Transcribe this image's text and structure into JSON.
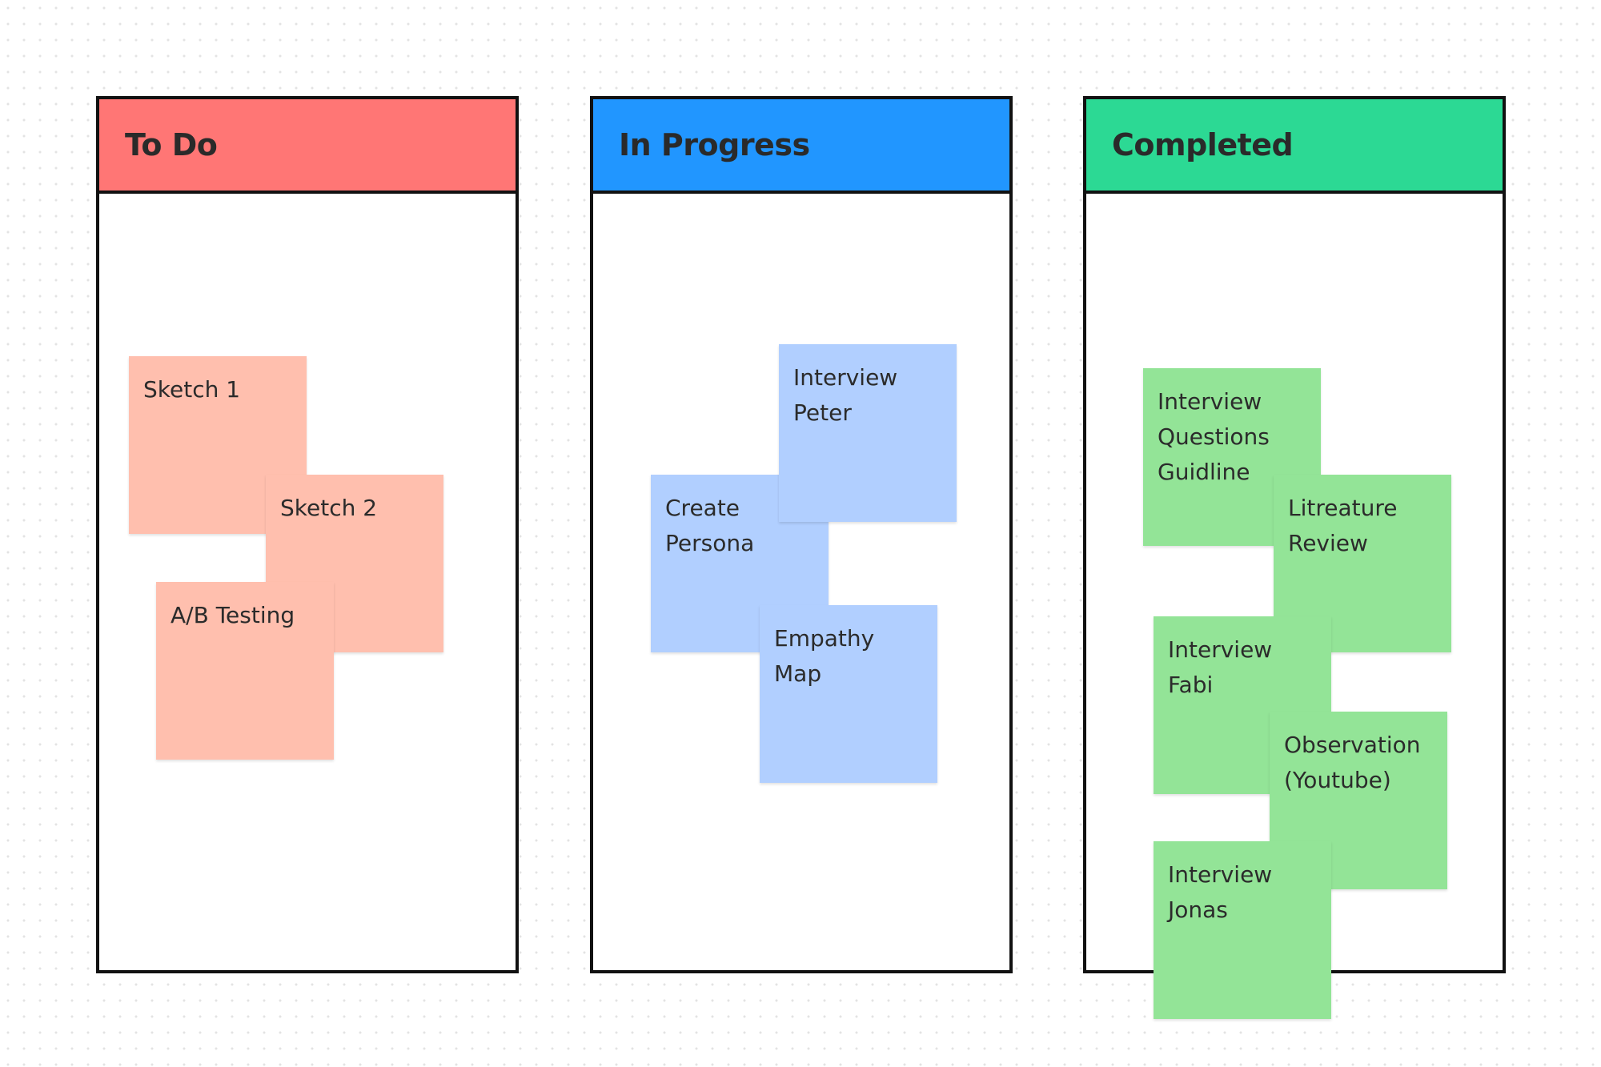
{
  "colors": {
    "todo_header": "#FF7675",
    "todo_note": "#FFBFAE",
    "progress_header": "#2196FF",
    "progress_note": "#B1CFFF",
    "done_header": "#2CD994",
    "done_note": "#93E497",
    "border": "#111111"
  },
  "columns": [
    {
      "title": "To Do",
      "notes": [
        {
          "text": "Sketch 1"
        },
        {
          "text": "Sketch 2"
        },
        {
          "text": "A/B Testing"
        }
      ]
    },
    {
      "title": "In Progress",
      "notes": [
        {
          "text": "Create\nPersona"
        },
        {
          "text": "Interview\nPeter"
        },
        {
          "text": "Empathy\nMap"
        }
      ]
    },
    {
      "title": "Completed",
      "notes": [
        {
          "text": "Interview\nQuestions\nGuidline"
        },
        {
          "text": "Litreature\nReview"
        },
        {
          "text": "Interview\nFabi"
        },
        {
          "text": "Observation\n(Youtube)"
        },
        {
          "text": "Interview\nJonas"
        }
      ]
    }
  ]
}
